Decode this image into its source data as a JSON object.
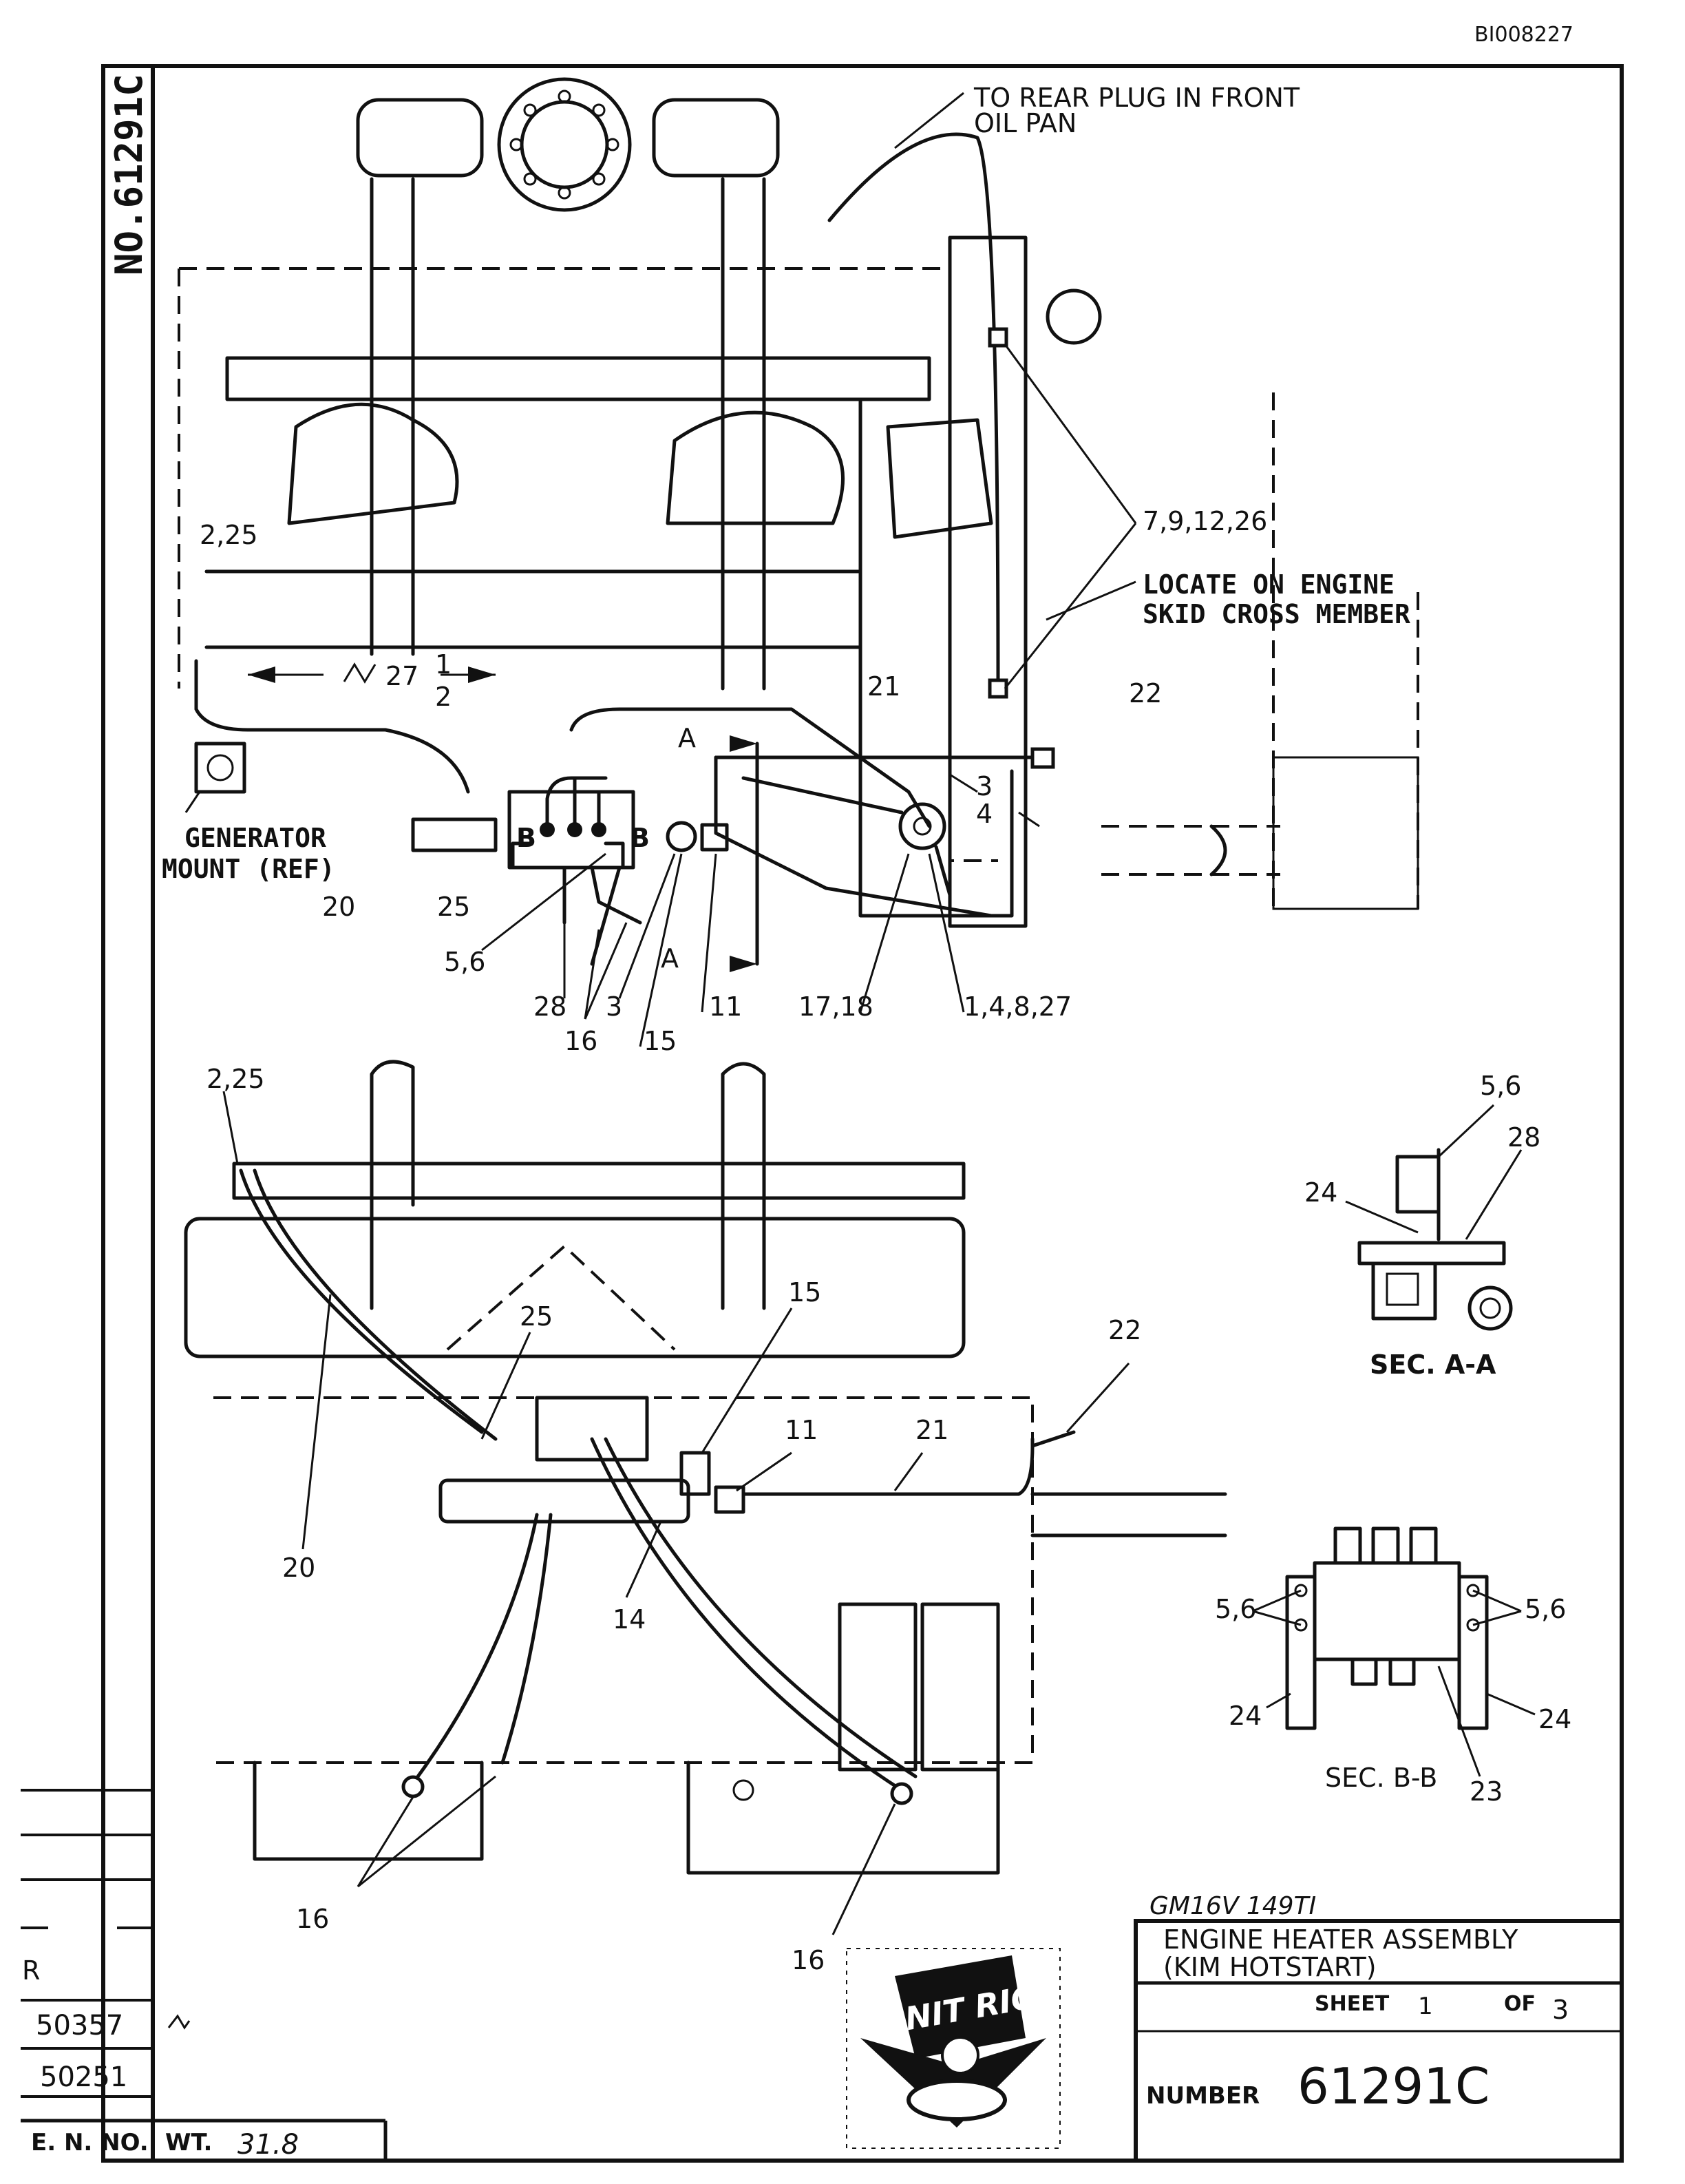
{
  "doc_id": "BI008227",
  "drawing_number_vertical": "NO.61291C",
  "main_view": {
    "callouts": {
      "to_rear_plug": "TO REAR PLUG IN FRONT",
      "to_rear_plug_2": "OIL PAN",
      "c_2_25": "2,25",
      "c_7_9_12_26": "7,9,12,26",
      "locate_1": "LOCATE ON ENGINE",
      "locate_2": "SKID CROSS MEMBER",
      "c_22": "22",
      "c_21": "21",
      "dim_27": "27",
      "dim_half_num": "1",
      "dim_half_den": "2",
      "dim_34_num": "3",
      "dim_34_den": "4",
      "section_a_top": "A",
      "section_a_bottom": "A",
      "section_b_left": "B",
      "section_b_right": "B",
      "generator_1": "GENERATOR",
      "generator_2": "MOUNT (REF)",
      "c_20": "20",
      "c_25": "25",
      "c_5_6": "5,6",
      "c_28": "28",
      "c_3": "3",
      "c_16": "16",
      "c_15": "15",
      "c_11": "11",
      "c_17_18": "17,18",
      "c_1_4_8_27": "1,4,8,27"
    }
  },
  "lower_view": {
    "callouts": {
      "c_2_25": "2,25",
      "c_25": "25",
      "c_15": "15",
      "c_22": "22",
      "c_11": "11",
      "c_21": "21",
      "c_20": "20",
      "c_14": "14",
      "c_16_left": "16",
      "c_16_right": "16"
    }
  },
  "section_aa": {
    "title": "SEC. A-A",
    "c_5_6": "5,6",
    "c_28": "28",
    "c_24": "24"
  },
  "section_bb": {
    "title": "SEC. B-B",
    "c_5_6_left": "5,6",
    "c_5_6_right": "5,6",
    "c_24_left": "24",
    "c_24_right": "24",
    "c_23": "23"
  },
  "title_block": {
    "model_note": "GM16V 149TI",
    "title_line1": "ENGINE HEATER ASSEMBLY",
    "title_line2": "(KIM  HOTSTART)",
    "sheet_label": "SHEET",
    "sheet_value": "1",
    "of_label": "OF",
    "of_value": "3",
    "number_label": "NUMBER",
    "number_value": "61291C",
    "logo_text": "UNIT RIG"
  },
  "revision_block": {
    "letter": "R",
    "rev_1": "50357",
    "rev_2": "50251",
    "en_no_label": "E. N. NO.",
    "wt_label": "WT.",
    "wt_value": "31.8"
  }
}
